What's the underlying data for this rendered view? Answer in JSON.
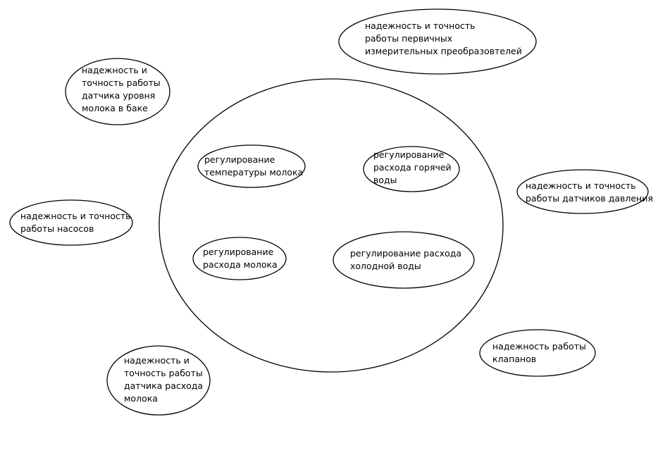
{
  "diagram": {
    "center": [
      "регулирование\nтемпературы молока",
      "регулирование\nрасхода горячей\nводы",
      "регулирование\nрасхода молока",
      "регулирование расхода\nхолодной воды"
    ],
    "outer": [
      "надежность и\nточность работы\nдатчика уровня\nмолока в баке",
      "надежность и точность\nработы первичных\nизмерительных преобразовтелей",
      "надежность и точность\nработы датчиков давления",
      "надежность и точность\nработы насосов",
      "надежность работы\nклапанов",
      "надежность и\nточность работы\nдатчика расхода\nмолока"
    ],
    "colors": {
      "stroke": "#000000",
      "fill": "#ffffff",
      "text": "#000000"
    }
  }
}
